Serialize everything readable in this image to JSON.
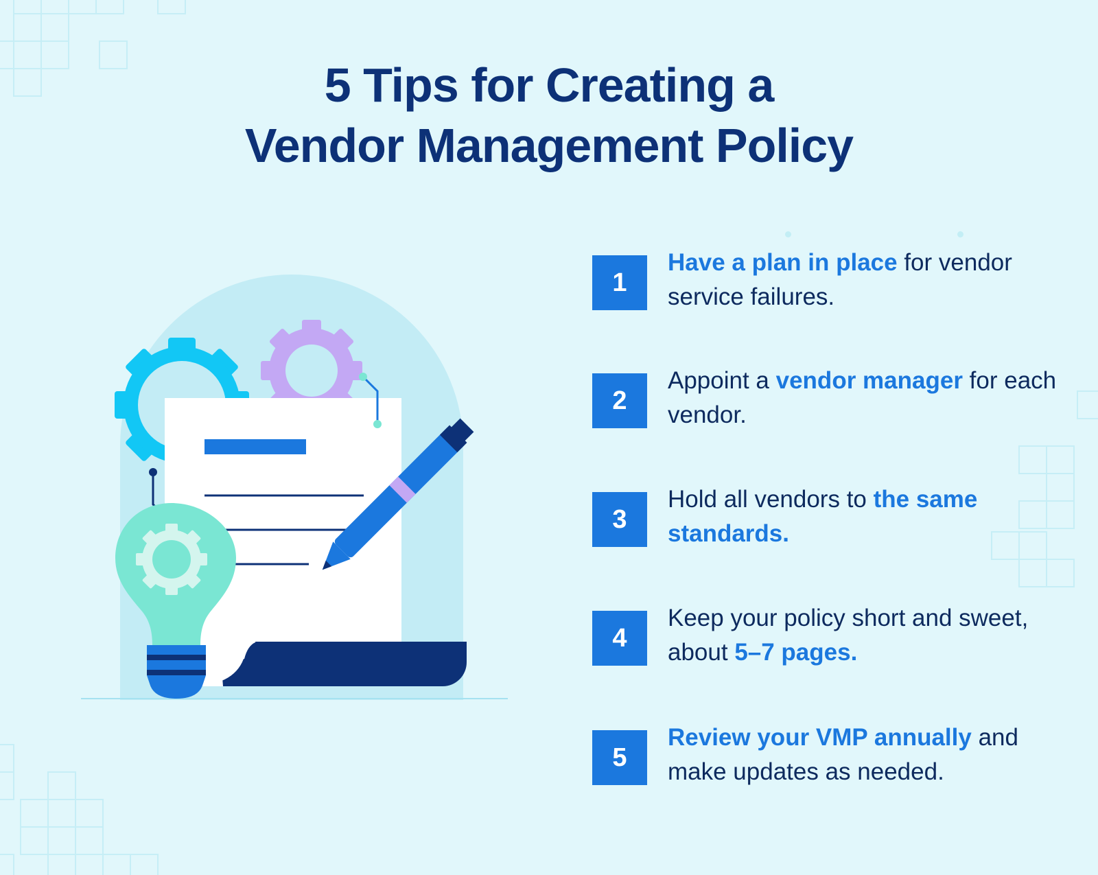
{
  "title": {
    "line1": "5 Tips for Creating a",
    "line2": "Vendor Management Policy"
  },
  "colors": {
    "background": "#e1f7fb",
    "title": "#0d3177",
    "accent": "#1b78de",
    "body_text": "#0d2a5e"
  },
  "illustration": {
    "icons": [
      "gear-icon",
      "gear-icon",
      "document-icon",
      "pen-icon",
      "lightbulb-icon"
    ]
  },
  "tips": [
    {
      "number": "1",
      "segments": [
        {
          "text": "Have a plan in place",
          "highlight": true
        },
        {
          "text": " for vendor service failures.",
          "highlight": false
        }
      ]
    },
    {
      "number": "2",
      "segments": [
        {
          "text": "Appoint a ",
          "highlight": false
        },
        {
          "text": "vendor manager",
          "highlight": true
        },
        {
          "text": " for each vendor.",
          "highlight": false
        }
      ]
    },
    {
      "number": "3",
      "segments": [
        {
          "text": "Hold all vendors to ",
          "highlight": false
        },
        {
          "text": "the same standards.",
          "highlight": true
        }
      ]
    },
    {
      "number": "4",
      "segments": [
        {
          "text": "Keep your policy short and sweet, about ",
          "highlight": false
        },
        {
          "text": "5–7 pages.",
          "highlight": true
        }
      ]
    },
    {
      "number": "5",
      "segments": [
        {
          "text": "Review your VMP annually",
          "highlight": true
        },
        {
          "text": " and make updates as needed.",
          "highlight": false
        }
      ]
    }
  ]
}
